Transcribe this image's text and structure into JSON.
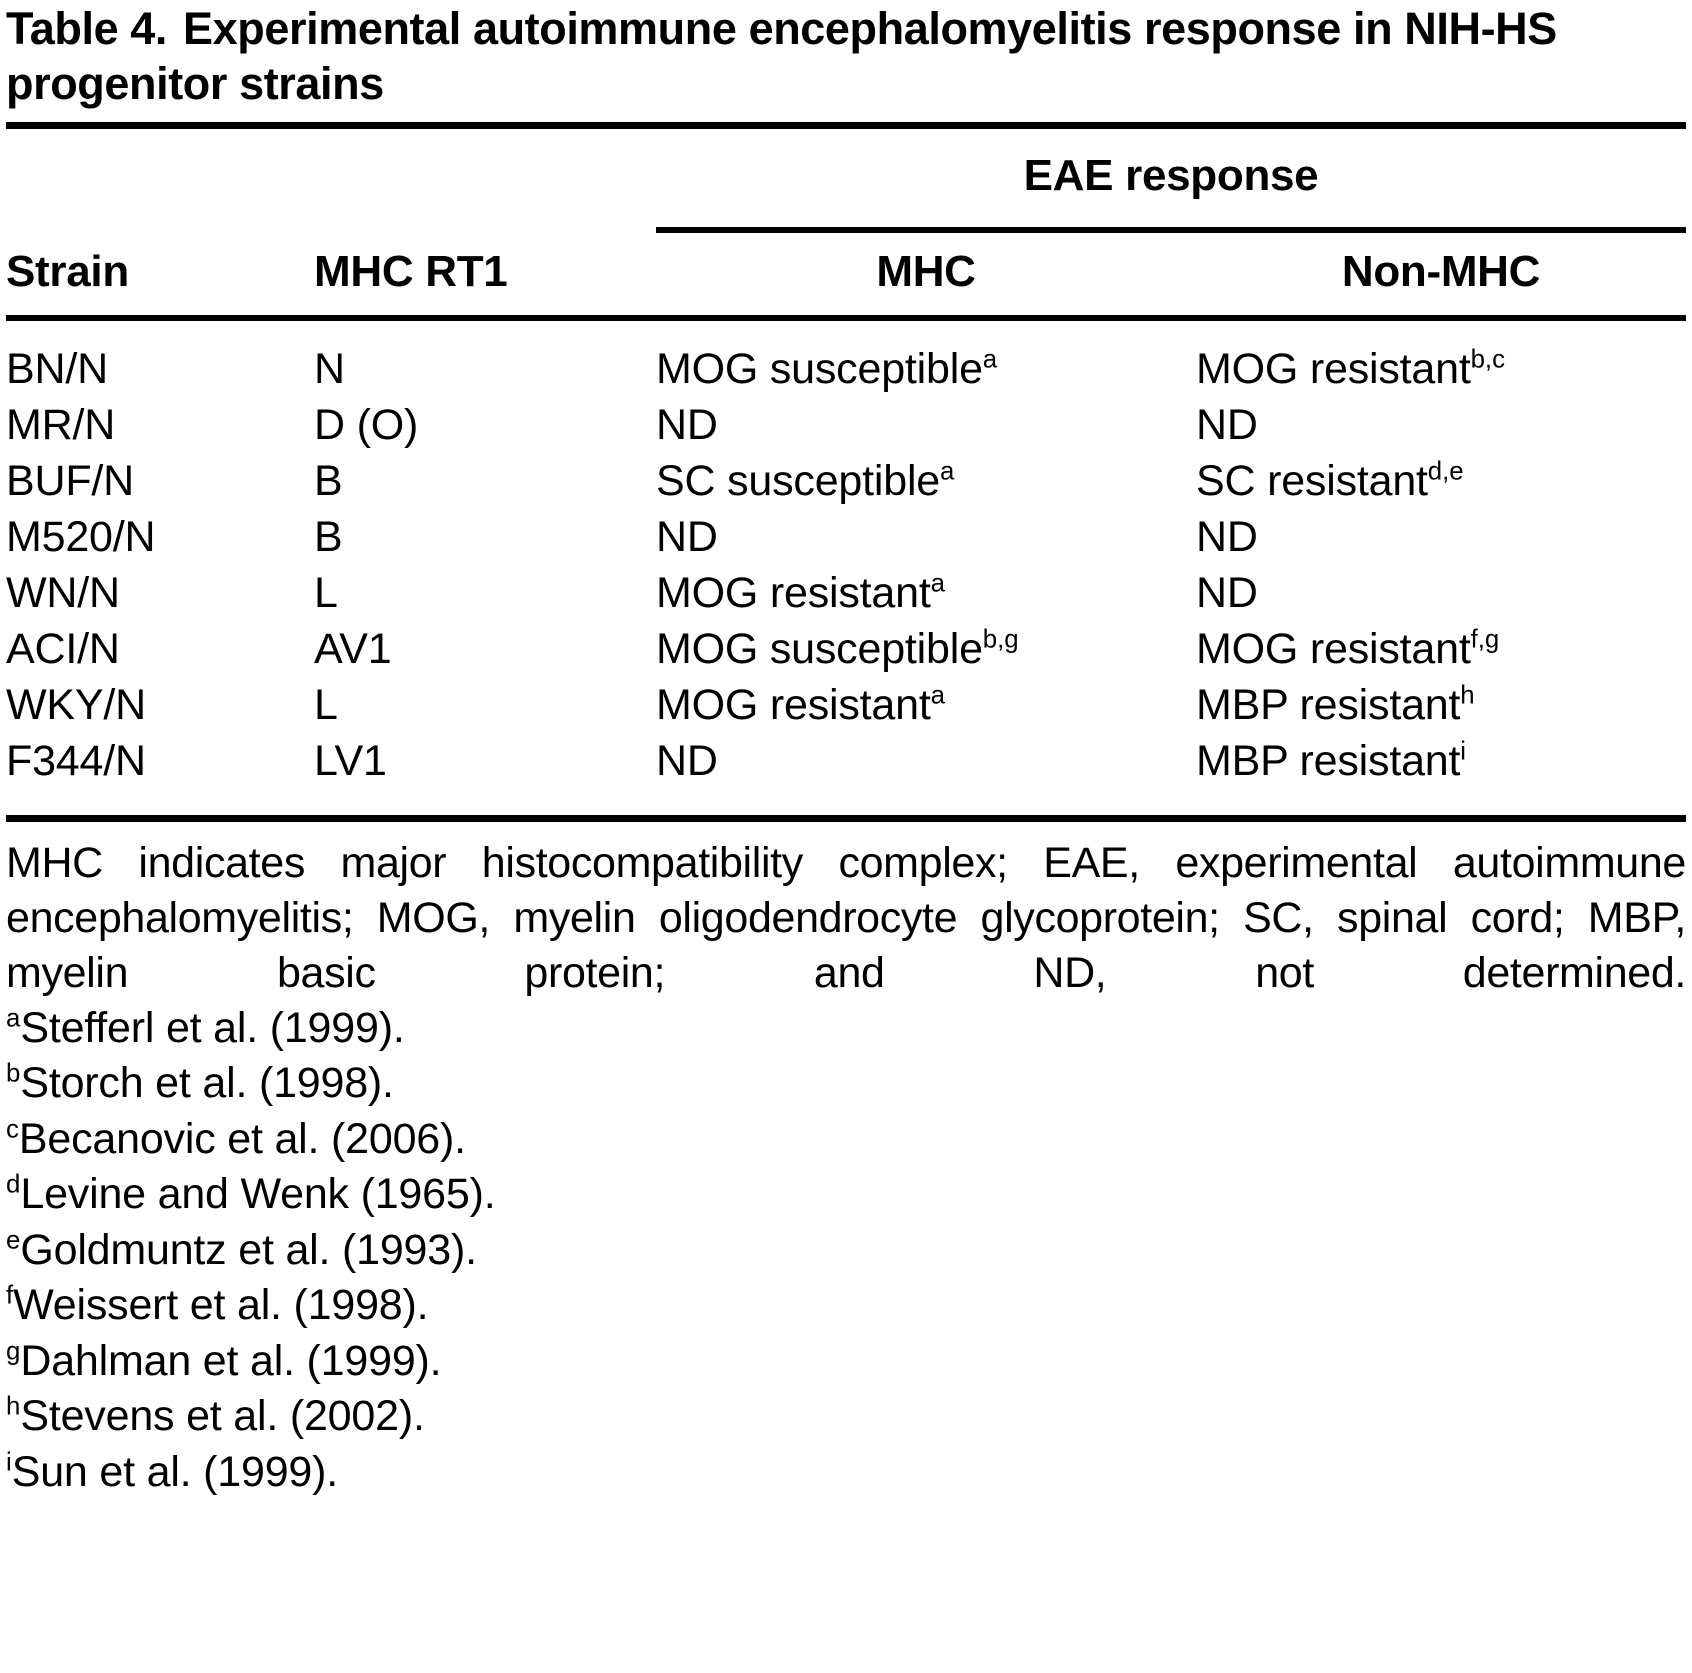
{
  "title": {
    "label": "Table 4.",
    "text": "Experimental autoimmune encephalomyelitis response in NIH-HS progenitor strains"
  },
  "table": {
    "group_header": "EAE response",
    "columns": [
      "Strain",
      "MHC RT1",
      "MHC",
      "Non-MHC"
    ],
    "rows": [
      {
        "strain": "BN/N",
        "mhc_rt1": "N",
        "mhc": "MOG susceptible",
        "mhc_sup": "a",
        "non_mhc": "MOG resistant",
        "non_mhc_sup": "b,c"
      },
      {
        "strain": "MR/N",
        "mhc_rt1": "D (O)",
        "mhc": "ND",
        "mhc_sup": "",
        "non_mhc": "ND",
        "non_mhc_sup": ""
      },
      {
        "strain": "BUF/N",
        "mhc_rt1": "B",
        "mhc": "SC susceptible",
        "mhc_sup": "a",
        "non_mhc": "SC resistant",
        "non_mhc_sup": "d,e"
      },
      {
        "strain": "M520/N",
        "mhc_rt1": "B",
        "mhc": "ND",
        "mhc_sup": "",
        "non_mhc": "ND",
        "non_mhc_sup": ""
      },
      {
        "strain": "WN/N",
        "mhc_rt1": "L",
        "mhc": "MOG resistant",
        "mhc_sup": "a",
        "non_mhc": "ND",
        "non_mhc_sup": ""
      },
      {
        "strain": "ACI/N",
        "mhc_rt1": "AV1",
        "mhc": "MOG susceptible",
        "mhc_sup": "b,g",
        "non_mhc": "MOG resistant",
        "non_mhc_sup": "f,g"
      },
      {
        "strain": "WKY/N",
        "mhc_rt1": "L",
        "mhc": "MOG resistant",
        "mhc_sup": "a",
        "non_mhc": "MBP resistant",
        "non_mhc_sup": "h"
      },
      {
        "strain": "F344/N",
        "mhc_rt1": "LV1",
        "mhc": "ND",
        "mhc_sup": "",
        "non_mhc": "MBP resistant",
        "non_mhc_sup": "i"
      }
    ]
  },
  "notes": {
    "abbreviations": "MHC indicates major histocompatibility complex; EAE, experimental autoimmune encephalomyelitis; MOG, myelin oligodendrocyte glycoprotein; SC, spinal cord; MBP, myelin basic protein; and ND, not determined.",
    "footnotes": [
      {
        "marker": "a",
        "text": "Stefferl et al. (1999)."
      },
      {
        "marker": "b",
        "text": "Storch et al. (1998)."
      },
      {
        "marker": "c",
        "text": "Becanovic et al. (2006)."
      },
      {
        "marker": "d",
        "text": "Levine and Wenk (1965)."
      },
      {
        "marker": "e",
        "text": "Goldmuntz et al. (1993)."
      },
      {
        "marker": "f",
        "text": "Weissert et al. (1998)."
      },
      {
        "marker": "g",
        "text": "Dahlman et al. (1999)."
      },
      {
        "marker": "h",
        "text": "Stevens et al. (2002)."
      },
      {
        "marker": "i",
        "text": "Sun et al. (1999)."
      }
    ]
  }
}
